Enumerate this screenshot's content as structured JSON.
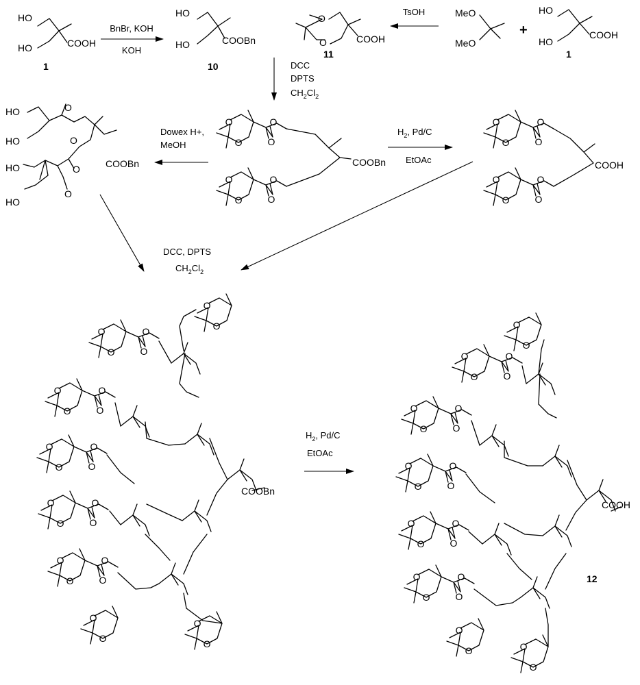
{
  "compounds": {
    "diol_acid_1": {
      "oh_top": "HO",
      "oh_bottom": "HO",
      "acid": "COOH",
      "number": "1"
    },
    "benzyl_ester_10": {
      "oh_top": "HO",
      "oh_bottom": "HO",
      "ester": "COOBn",
      "number": "10"
    },
    "acetonide_acid_11": {
      "o_top": "O",
      "o_bottom": "O",
      "acid": "COOH",
      "number": "11"
    },
    "dimethoxypropane": {
      "meo_top": "MeO",
      "meo_bottom": "MeO"
    },
    "plus_sign": "+",
    "diol_acid_1_right": {
      "oh_top": "HO",
      "oh_bottom": "HO",
      "acid": "COOH",
      "number": "1"
    },
    "protected_g2_benzyl": {
      "o": "O",
      "ester": "COOBn"
    },
    "deprotected_g2_benzyl": {
      "oh": "HO",
      "ester": "COOBn",
      "o": "O"
    },
    "protected_g2_acid": {
      "o": "O",
      "acid": "COOH"
    },
    "dendron_benzyl": {
      "o": "O",
      "ester": "COOBn"
    },
    "dendron_acid_12": {
      "o": "O",
      "acid": "COOH",
      "number": "12"
    }
  },
  "reagents": {
    "step_benzylation": {
      "line1": "BnBr, KOH",
      "line2": "KOH"
    },
    "step_acetonide": {
      "line1": "TsOH"
    },
    "step_coupling": {
      "line1": "DCC",
      "line2": "DPTS",
      "line3_main": "CH",
      "line3_sub1": "2",
      "line3_mid": "Cl",
      "line3_sub2": "2"
    },
    "step_deprotection": {
      "line1": "Dowex H+,",
      "line2": "MeOH"
    },
    "step_hydrogenolysis": {
      "line1_main": "H",
      "line1_sub": "2",
      "line1_rest": ", Pd/C",
      "line2": "EtOAc"
    },
    "step_coupling_2": {
      "line1": "DCC, DPTS",
      "line2_main": "CH",
      "line2_sub1": "2",
      "line2_mid": "Cl",
      "line2_sub2": "2"
    },
    "step_hydrogenolysis_2": {
      "line1_main": "H",
      "line1_sub": "2",
      "line1_rest": ", Pd/C",
      "line2": "EtOAc"
    }
  }
}
